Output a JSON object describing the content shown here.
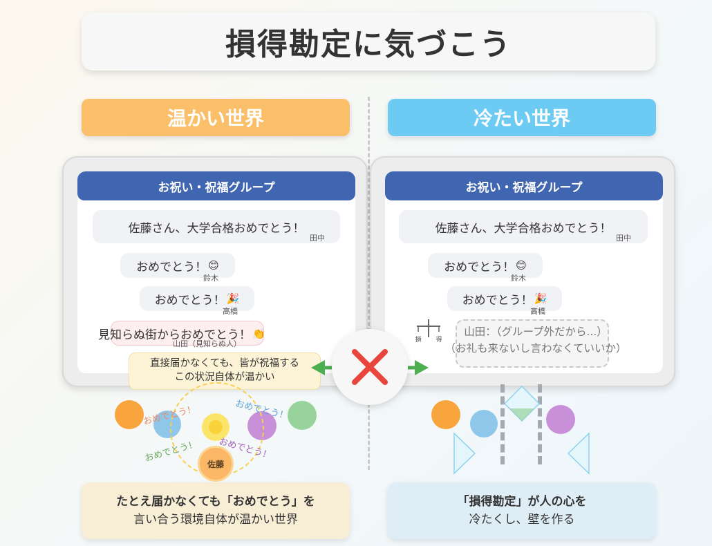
{
  "title": "損得勘定に気づこう",
  "warm": {
    "header": "温かい世界",
    "group_name": "お祝い・祝福グループ",
    "messages": [
      {
        "text": "佐藤さん、大学合格おめでとう！",
        "sender": "田中"
      },
      {
        "text": "おめでとう！",
        "emoji": "😊",
        "sender": "鈴木"
      },
      {
        "text": "おめでとう！",
        "emoji": "🎉",
        "sender": "高橋"
      },
      {
        "text": "見知らぬ街からおめでとう！",
        "emoji": "👏",
        "sender": "山田（見知らぬ人）"
      }
    ],
    "note_line1": "直接届かなくても、皆が祝福する",
    "note_line2": "この状況自体が温かい",
    "ring_texts": [
      "おめでとう！",
      "おめでとう！",
      "おめでとう！",
      "おめでとう！"
    ],
    "center_person": "佐藤",
    "bottom_line1": "たとえ届かなくても「おめでとう」を",
    "bottom_line2": "言い合う環境自体が温かい世界"
  },
  "cold": {
    "header": "冷たい世界",
    "group_name": "お祝い・祝福グループ",
    "messages": [
      {
        "text": "佐藤さん、大学合格おめでとう！",
        "sender": "田中"
      },
      {
        "text": "おめでとう！",
        "emoji": "😊",
        "sender": "鈴木"
      },
      {
        "text": "おめでとう！",
        "emoji": "🎉",
        "sender": "高橋"
      }
    ],
    "ghost_line1": "山田：（グループ外だから...）",
    "ghost_line2": "（お礼も来ないし言わなくていいか）",
    "scale_labels": [
      "損",
      "得"
    ],
    "bottom_line1": "「損得勘定」が人の心を",
    "bottom_line2": "冷たくし、壁を作る"
  },
  "colors": {
    "warm_accent": "#fbbf6a",
    "cold_accent": "#6dcbf3",
    "group_bar": "#4065b1",
    "x_mark": "#e8453c",
    "arrow_green": "#4caf50"
  }
}
